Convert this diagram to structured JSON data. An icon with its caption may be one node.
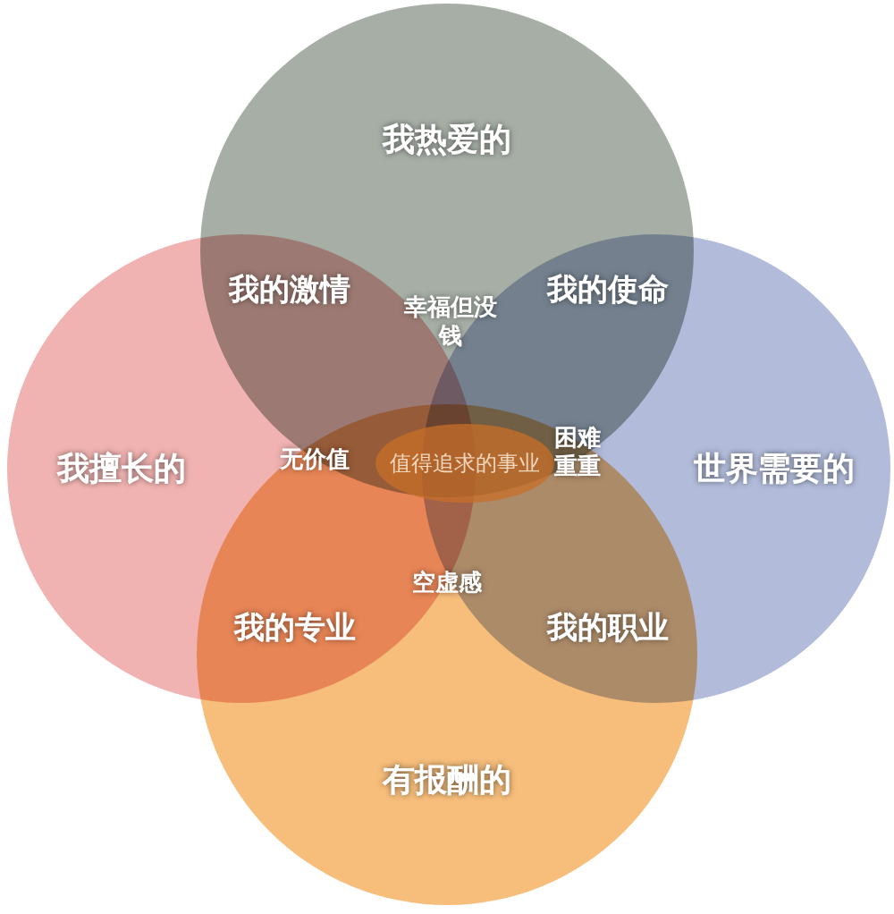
{
  "diagram": {
    "nodes": [
      {
        "text": [
          "我热爱的"
        ]
      },
      {
        "text": [
          "我擅长的"
        ]
      },
      {
        "text": [
          "世界需要的"
        ]
      },
      {
        "text": [
          "有报酬的"
        ]
      },
      {
        "text": [
          "值得追求的事业"
        ]
      }
    ],
    "labels": [
      "我的激情",
      "幸福但没钱",
      "我的使命",
      "无价值",
      "困难重重",
      "我的专业",
      "空虚感",
      "我的职业"
    ]
  }
}
